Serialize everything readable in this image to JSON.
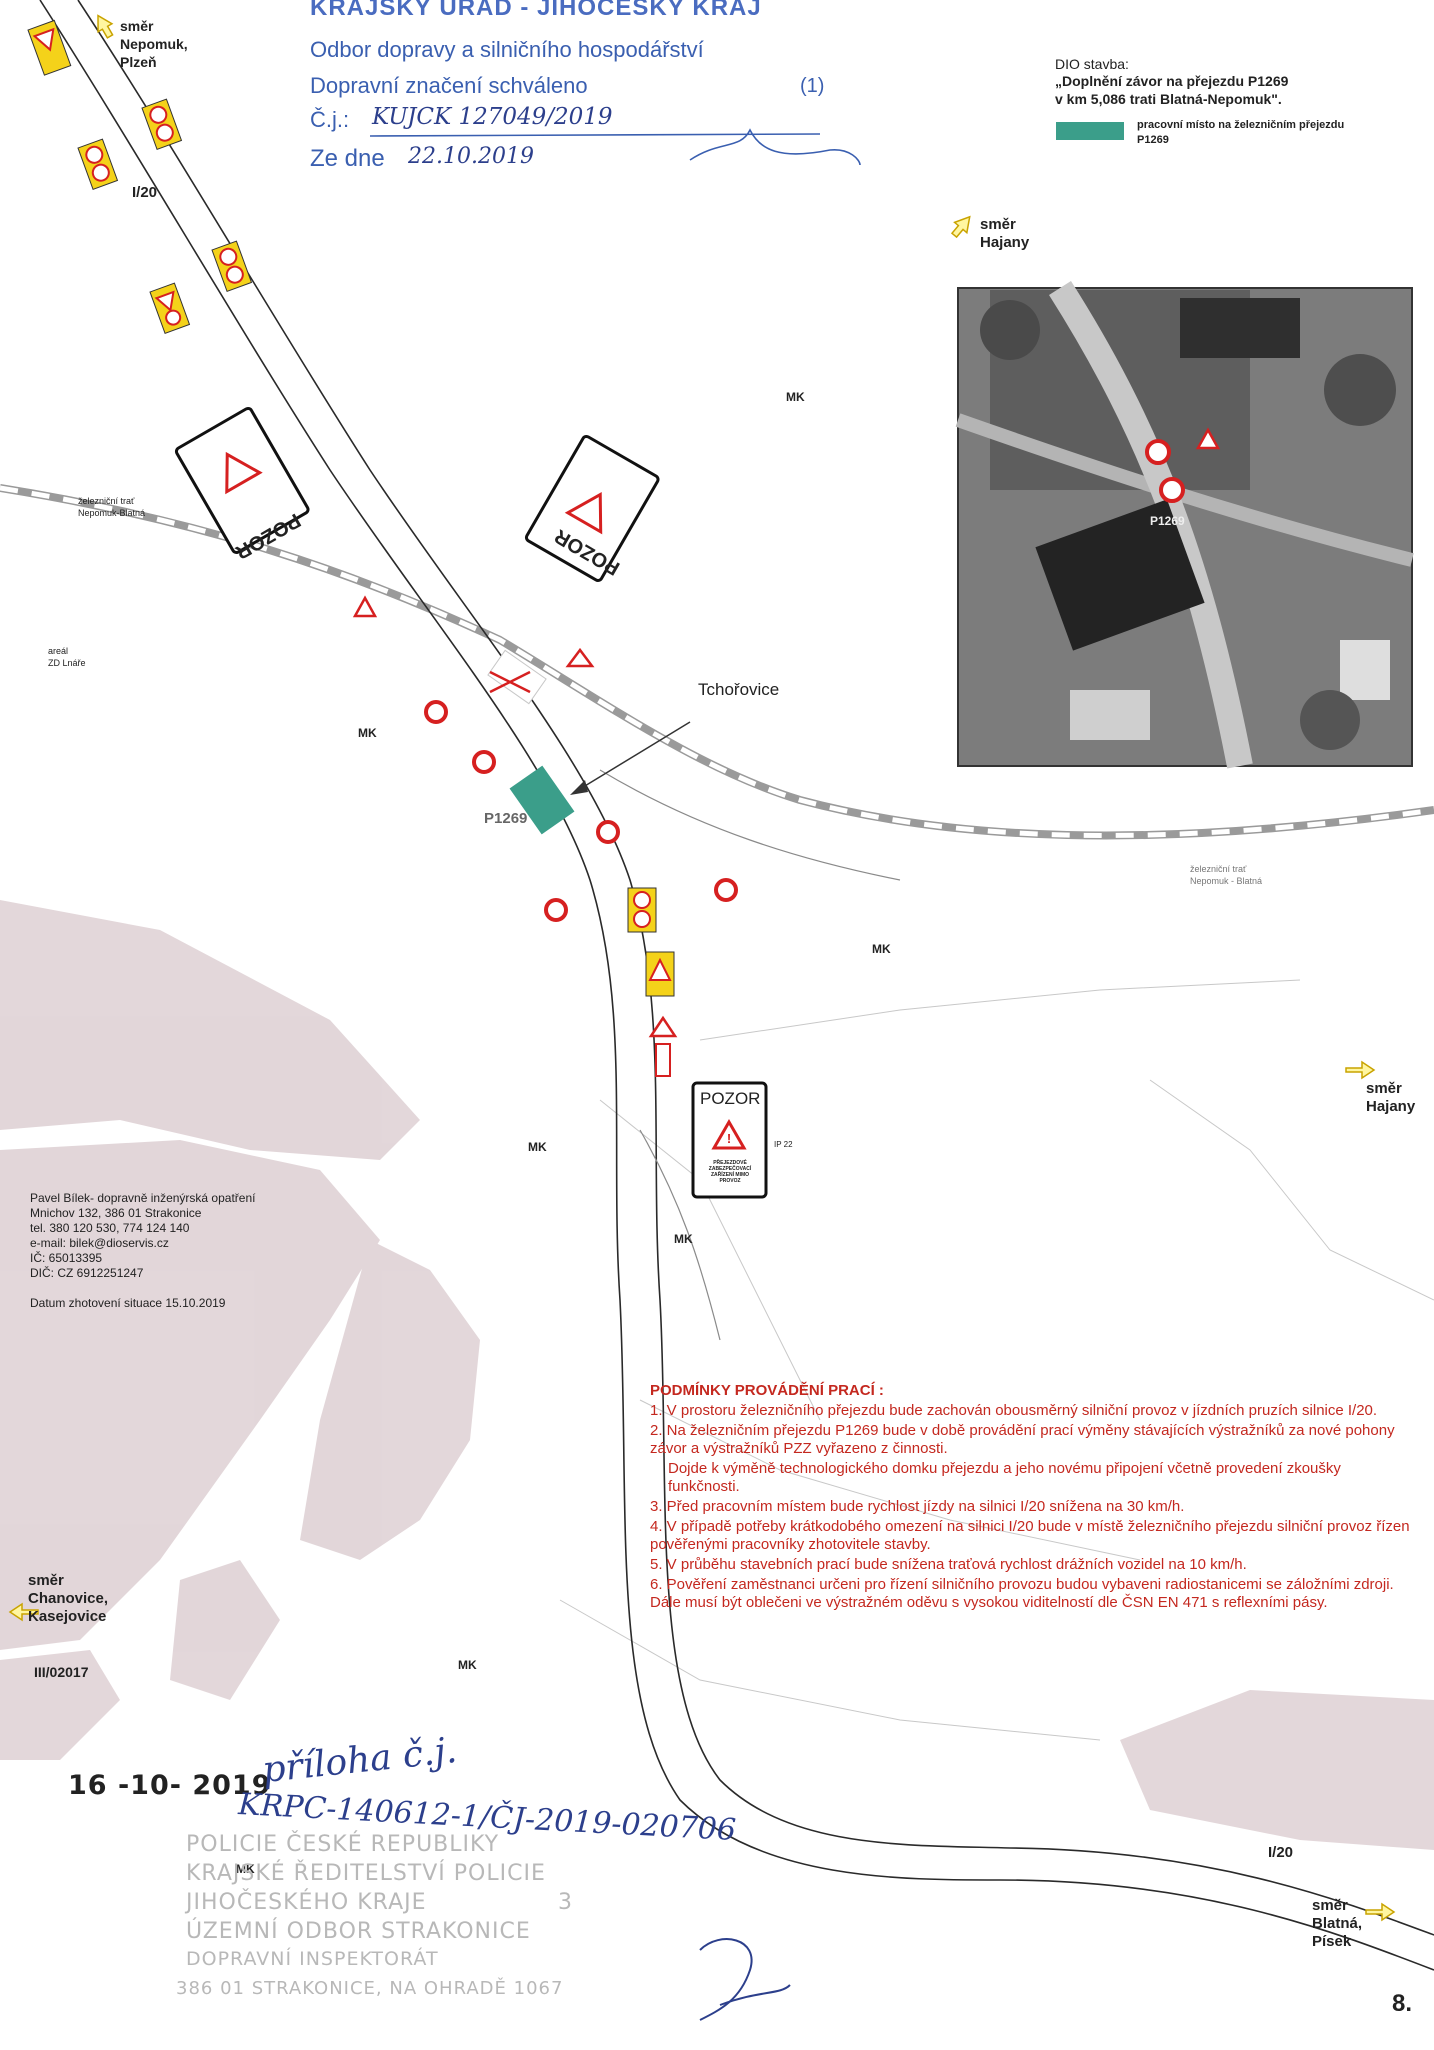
{
  "stamp": {
    "title": "KRAJSKÝ ÚŘAD - JIHOČESKÝ KRAJ",
    "dept": "Odbor dopravy a silničního hospodářství",
    "approved": "Dopravní značení schváleno",
    "approved_no": "(1)",
    "cj_label": "Č.j.:",
    "cj_value": "KUJCK 127049/2019",
    "date_label": "Ze dne",
    "date_value": "22.10.2019"
  },
  "dio": {
    "heading": "DIO stavba:",
    "line1": "„Doplnění závor na přejezdu P1269",
    "line2": "v km 5,086 trati Blatná-Nepomuk\".",
    "legend_label_1": "pracovní místo na železničním přejezdu",
    "legend_label_2": "P1269",
    "legend_color": "#3b9e8a"
  },
  "directions": {
    "nw_1": "směr",
    "nw_2": "Nepomuk,",
    "nw_3": "Plzeň",
    "hajany_top_1": "směr",
    "hajany_top_2": "Hajany",
    "hajany_right_1": "směr",
    "hajany_right_2": "Hajany",
    "chanovice_1": "směr",
    "chanovice_2": "Chanovice,",
    "chanovice_3": "Kasejovice",
    "blatna_1": "směr",
    "blatna_2": "Blatná,",
    "blatna_3": "Písek"
  },
  "labels": {
    "road_i20_top": "I/20",
    "road_i20_bottom": "I/20",
    "road_iii": "III/02017",
    "mk": "MK",
    "tchorovice": "Tchořovice",
    "crossing": "P1269",
    "railway_left_1": "železniční trať",
    "railway_left_2": "Nepomuk-Blatná",
    "railway_right_1": "železniční trať",
    "railway_right_2": "Nepomuk - Blatná",
    "area_1": "areál",
    "area_2": "ZD Lnáře",
    "pozor": "POZOR",
    "pozor_small": "PŘEJEZDOVÉ ZABEZPEČOVACÍ ZAŘÍZENÍ MIMO PROVOZ",
    "ip22": "IP 22",
    "photo_p1269": "P1269"
  },
  "author": {
    "name": "Pavel Bílek- dopravně inženýrská opatření",
    "address": "Mnichov 132, 386 01 Strakonice",
    "tel": "tel. 380 120 530, 774 124 140",
    "email": "e-mail: bilek@dioservis.cz",
    "ic": "IČ: 65013395",
    "dic": "DIČ: CZ 6912251247",
    "date": "Datum zhotovení situace 15.10.2019"
  },
  "conditions": {
    "heading": "PODMÍNKY PROVÁDĚNÍ PRACÍ :",
    "items": [
      "1. V prostoru železničního přejezdu bude zachován obousměrný silniční provoz v jízdních pruzích silnice I/20.",
      "2. Na železničním přejezdu P1269 bude v době provádění prací výměny stávajících výstražníků za nové pohony závor a výstražníků PZZ vyřazeno z činnosti.",
      "Dojde k výměně technologického domku přejezdu a jeho novému připojení včetně provedení zkoušky funkčnosti.",
      "3. Před pracovním místem bude rychlost jízdy na silnici I/20 snížena na 30 km/h.",
      "4. V případě potřeby krátkodobého omezení na silnici I/20 bude v místě železničního přejezdu silniční provoz řízen pověřenými pracovníky zhotovitele stavby.",
      "5. V průběhu stavebních prací bude snížena traťová rychlost drážních vozidel na 10 km/h.",
      "6. Pověření zaměstnanci určeni pro řízení silničního provozu budou vybaveni radiostanicemi se záložními zdroji. Dále musí být oblečeni ve výstražném oděvu s vysokou viditelností dle ČSN EN 471 s reflexními pásy."
    ]
  },
  "police": {
    "date": "16 -10- 2019",
    "handwritten_1": "příloha č.j.",
    "handwritten_2": "KRPC-140612-1/ČJ-2019-020706",
    "line1": "POLICIE ČESKÉ REPUBLIKY",
    "line2": "KRAJSKÉ ŘEDITELSTVÍ POLICIE",
    "line3": "JIHOČESKÉHO KRAJE",
    "line3_no": "3",
    "line4": "ÚZEMNÍ ODBOR STRAKONICE",
    "line5": "DOPRAVNÍ INSPEKTORÁT",
    "line6": "386 01 STRAKONICE, NA OHRADĚ 1067"
  },
  "page_number": "8."
}
